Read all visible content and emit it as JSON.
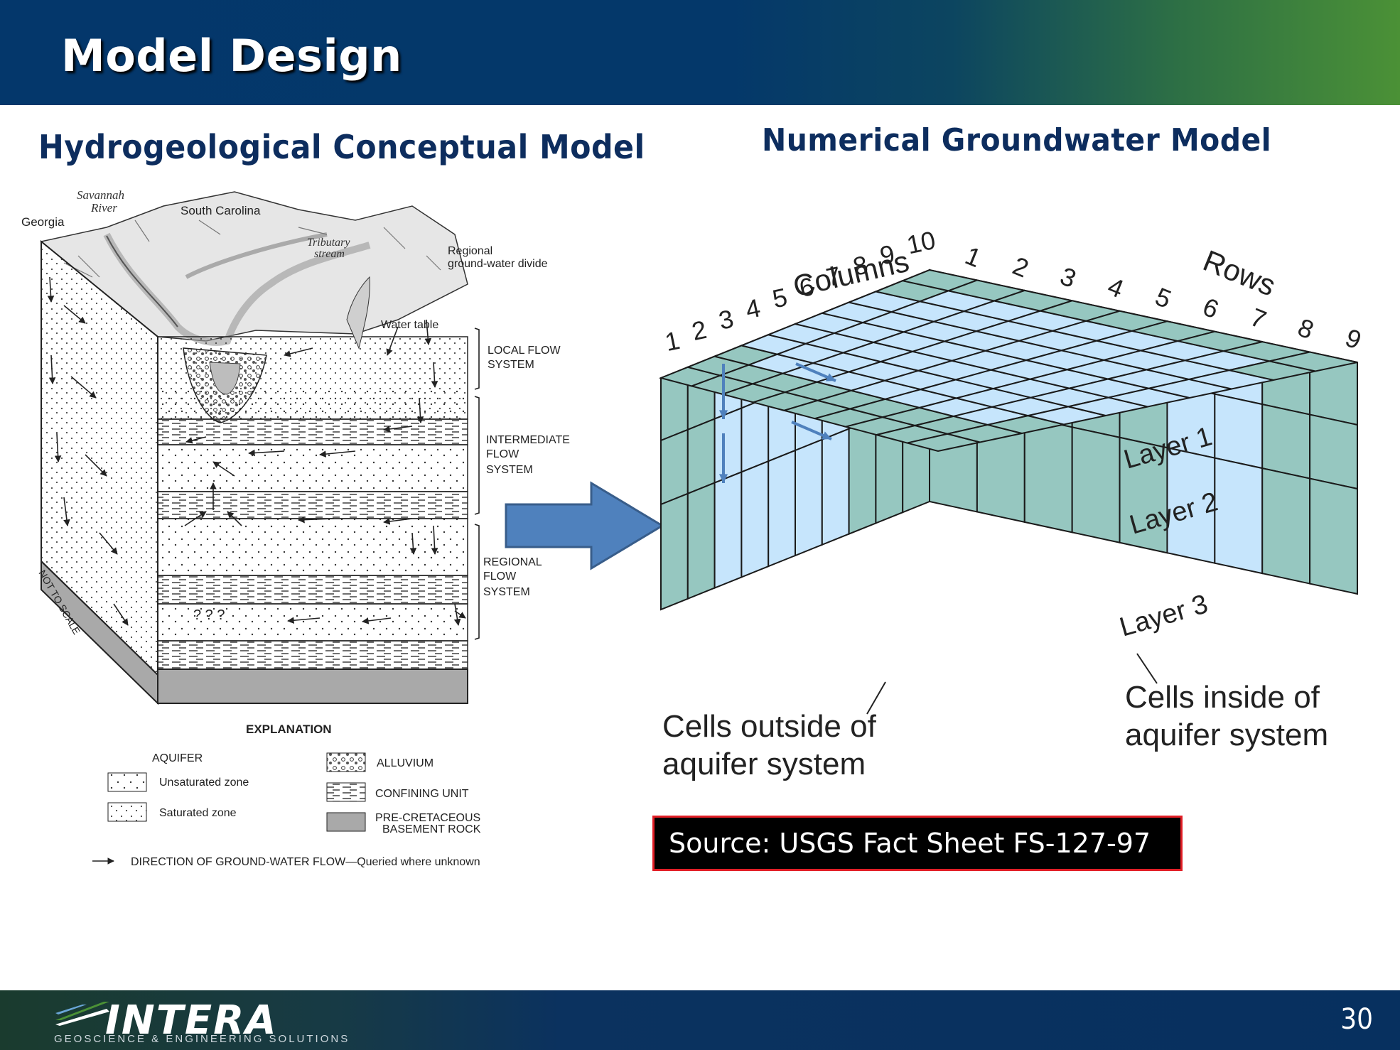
{
  "slide": {
    "title": "Model Design",
    "page_number": "30"
  },
  "left_panel": {
    "title": "Hydrogeological Conceptual Model",
    "labels": {
      "savannah_line1": "Savannah",
      "savannah_line2": "River",
      "georgia": "Georgia",
      "south_carolina": "South Carolina",
      "tributary_line1": "Tributary",
      "tributary_line2": "stream",
      "divide_line1": "Regional",
      "divide_line2": "ground-water divide",
      "water_table": "Water table",
      "not_to_scale": "NOT TO SCALE",
      "queried": "? ? ?"
    },
    "systems": [
      {
        "line1": "LOCAL FLOW",
        "line2": "SYSTEM",
        "line3": ""
      },
      {
        "line1": "INTERMEDIATE",
        "line2": "FLOW",
        "line3": "SYSTEM"
      },
      {
        "line1": "REGIONAL",
        "line2": "FLOW",
        "line3": "SYSTEM"
      }
    ],
    "explanation": {
      "heading": "EXPLANATION",
      "aquifer_label": "AQUIFER",
      "unsaturated": "Unsaturated zone",
      "saturated": "Saturated zone",
      "alluvium": "ALLUVIUM",
      "confining": "CONFINING UNIT",
      "basement_line1": "PRE-CRETACEOUS",
      "basement_line2": "BASEMENT ROCK",
      "flow_direction": "DIRECTION OF GROUND-WATER FLOW—Queried where unknown"
    }
  },
  "right_panel": {
    "title": "Numerical Groundwater Model",
    "columns_label": "Columns",
    "rows_label": "Rows",
    "column_numbers": [
      "1",
      "2",
      "3",
      "4",
      "5",
      "6",
      "7",
      "8",
      "9",
      "10"
    ],
    "row_numbers": [
      "1",
      "2",
      "3",
      "4",
      "5",
      "6",
      "7",
      "8",
      "9"
    ],
    "layers": [
      "Layer 1",
      "Layer 2",
      "Layer 3"
    ],
    "cells_outside_line1": "Cells outside of",
    "cells_outside_line2": "aquifer system",
    "cells_inside_line1": "Cells inside of",
    "cells_inside_line2": "aquifer system",
    "colors": {
      "outside": "#96c7c0",
      "inside": "#c6e5fc",
      "arrow": "#4f81bd"
    }
  },
  "source": "Source: USGS Fact Sheet FS-127-97",
  "footer": {
    "logo": "INTERA",
    "tagline": "GEOSCIENCE & ENGINEERING SOLUTIONS"
  }
}
